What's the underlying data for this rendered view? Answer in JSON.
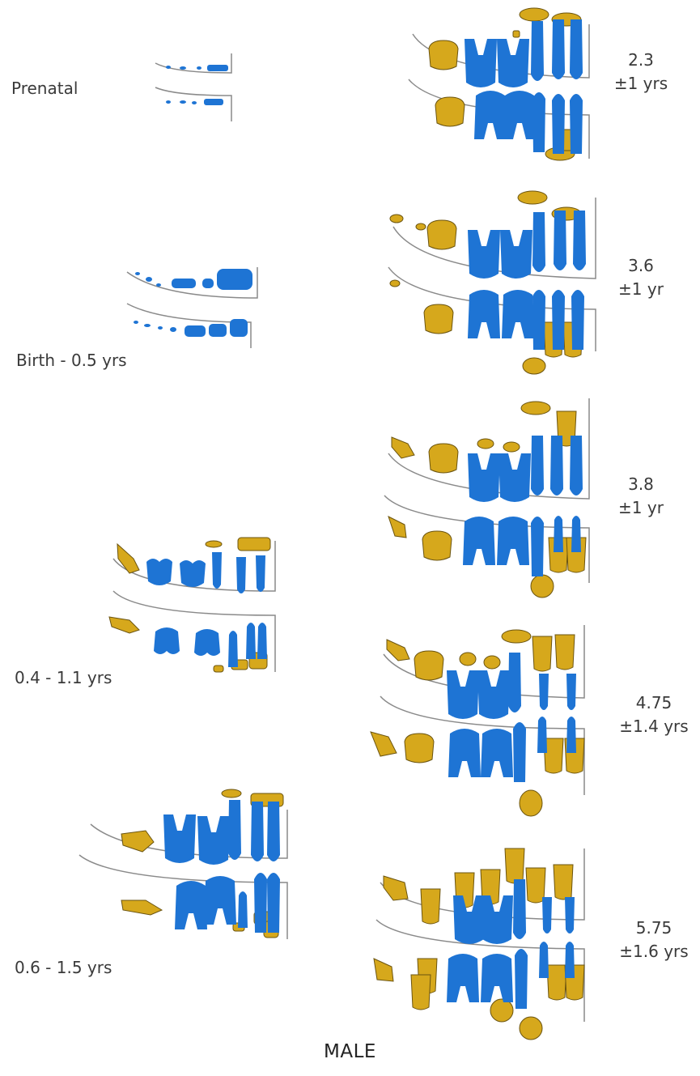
{
  "colors": {
    "deciduous": "#1e74d4",
    "permanent": "#d6a81c",
    "outline": "#8a8a8a"
  },
  "stages": [
    {
      "id": "prenatal",
      "label": "Prenatal"
    },
    {
      "id": "birth",
      "label": "Birth - 0.5 yrs"
    },
    {
      "id": "infant1",
      "label": "0.4 - 1.1 yrs"
    },
    {
      "id": "infant2",
      "label": "0.6 - 1.5 yrs"
    }
  ],
  "ages": [
    {
      "id": "age1",
      "value": "2.3",
      "range": "±1 yrs"
    },
    {
      "id": "age2",
      "value": "3.6",
      "range": "±1 yr"
    },
    {
      "id": "age3",
      "value": "3.8",
      "range": "±1 yr"
    },
    {
      "id": "age4",
      "value": "4.75",
      "range": "±1.4 yrs"
    },
    {
      "id": "age5",
      "value": "5.75",
      "range": "±1.6 yrs"
    }
  ],
  "caption": "MALE"
}
